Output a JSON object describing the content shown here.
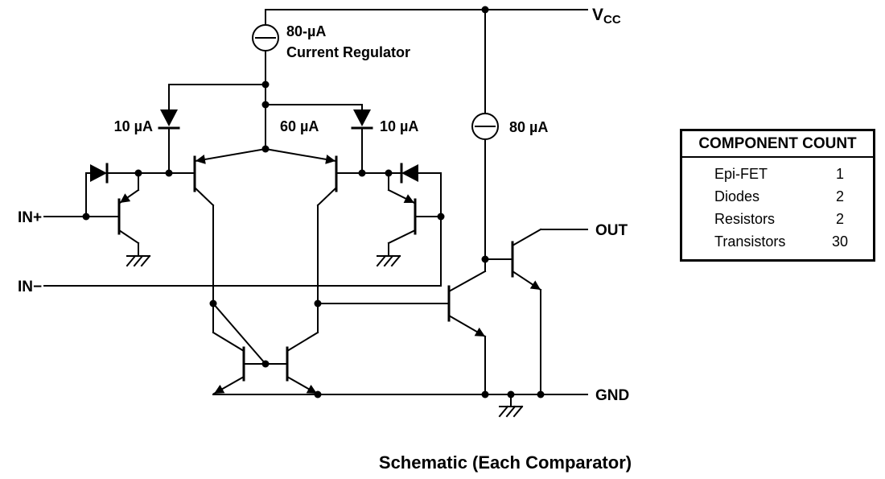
{
  "labels": {
    "vcc_main": "V",
    "vcc_sub": "CC",
    "gnd": "GND",
    "out": "OUT",
    "in_plus": "IN+",
    "in_minus": "IN−",
    "regulator_value": "80-µA",
    "regulator_name": "Current Regulator",
    "diode_left_current": "10 µA",
    "tail_current": "60 µA",
    "diode_right_current": "10 µA",
    "output_source_current": "80 µA"
  },
  "component_count": {
    "title": "COMPONENT COUNT",
    "rows": [
      {
        "label": "Epi-FET",
        "value": "1"
      },
      {
        "label": "Diodes",
        "value": "2"
      },
      {
        "label": "Resistors",
        "value": "2"
      },
      {
        "label": "Transistors",
        "value": "30"
      }
    ]
  },
  "caption": "Schematic (Each Comparator)"
}
